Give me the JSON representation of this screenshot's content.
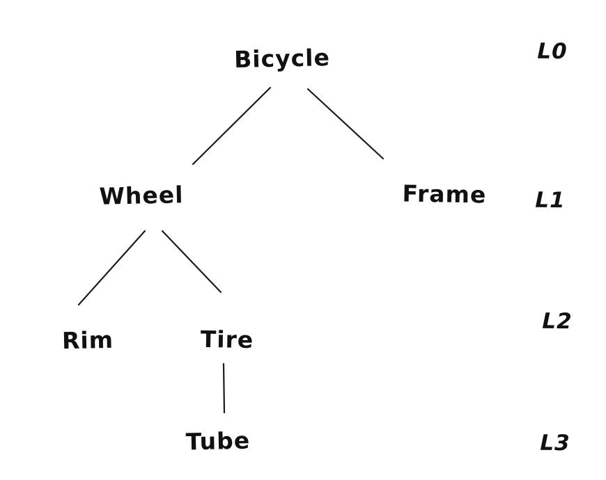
{
  "diagram": {
    "type": "tree",
    "description_colors": {
      "ink": "#1b1b1b",
      "background": "#ffffff"
    },
    "nodes": {
      "bicycle": {
        "label": "Bicycle",
        "level": "L0"
      },
      "wheel": {
        "label": "Wheel",
        "level": "L1"
      },
      "frame": {
        "label": "Frame",
        "level": "L1"
      },
      "rim": {
        "label": "Rim",
        "level": "L2"
      },
      "tire": {
        "label": "Tire",
        "level": "L2"
      },
      "tube": {
        "label": "Tube",
        "level": "L3"
      }
    },
    "edges": [
      {
        "from": "Bicycle",
        "to": "Wheel"
      },
      {
        "from": "Bicycle",
        "to": "Frame"
      },
      {
        "from": "Wheel",
        "to": "Rim"
      },
      {
        "from": "Wheel",
        "to": "Tire"
      },
      {
        "from": "Tire",
        "to": "Tube"
      }
    ],
    "levels": [
      {
        "label": "L0"
      },
      {
        "label": "L1"
      },
      {
        "label": "L2"
      },
      {
        "label": "L3"
      }
    ]
  }
}
